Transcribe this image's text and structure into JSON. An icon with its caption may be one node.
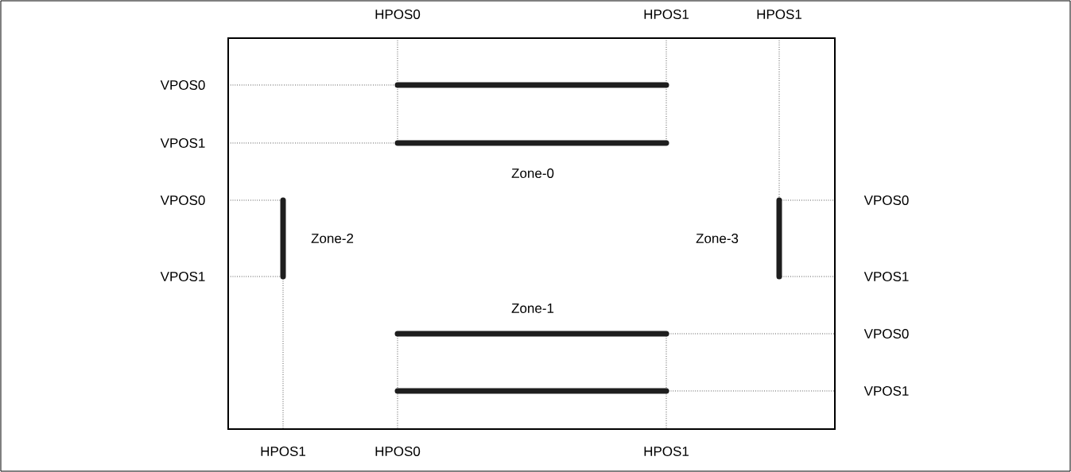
{
  "diagram": {
    "labels": [
      "HPOS0",
      "HPOS1",
      "HPOS1",
      "VPOS0",
      "VPOS1",
      "Zone-0",
      "VPOS0",
      "VPOS0",
      "Zone-2",
      "Zone-3",
      "VPOS1",
      "VPOS1",
      "Zone-1",
      "VPOS0",
      "VPOS1",
      "HPOS1",
      "HPOS0",
      "HPOS1"
    ]
  }
}
